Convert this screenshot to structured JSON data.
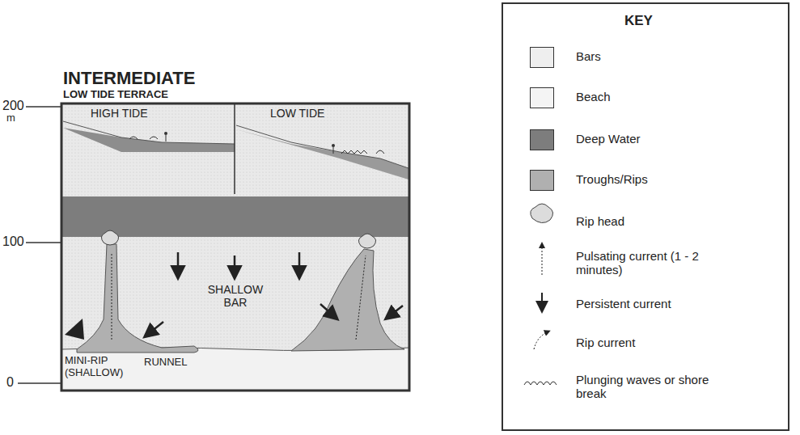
{
  "diagram": {
    "title": "INTERMEDIATE",
    "labels": [
      "LOW TIDE TERRACE",
      "200",
      "m",
      "100",
      "0",
      "HIGH TIDE",
      "LOW TIDE",
      "SHALLOW BAR",
      "MINI-RIP (SHALLOW)",
      "RUNNEL",
      "KEY"
    ],
    "legend": [
      {
        "text": "Bars",
        "color": "#eeeeee"
      },
      {
        "text": "Beach",
        "color": "#f4f4f4"
      },
      {
        "text": "Deep Water",
        "color": "#7d7d7d"
      },
      {
        "text": "Troughs/Rips",
        "color": "#b0b0b0"
      },
      {
        "text": "Rip head"
      },
      {
        "text": "Pulsating current (1 - 2 minutes)"
      },
      {
        "text": "Persistent current"
      },
      {
        "text": "Rip current"
      },
      {
        "text": "Plunging waves or shore break"
      }
    ]
  }
}
